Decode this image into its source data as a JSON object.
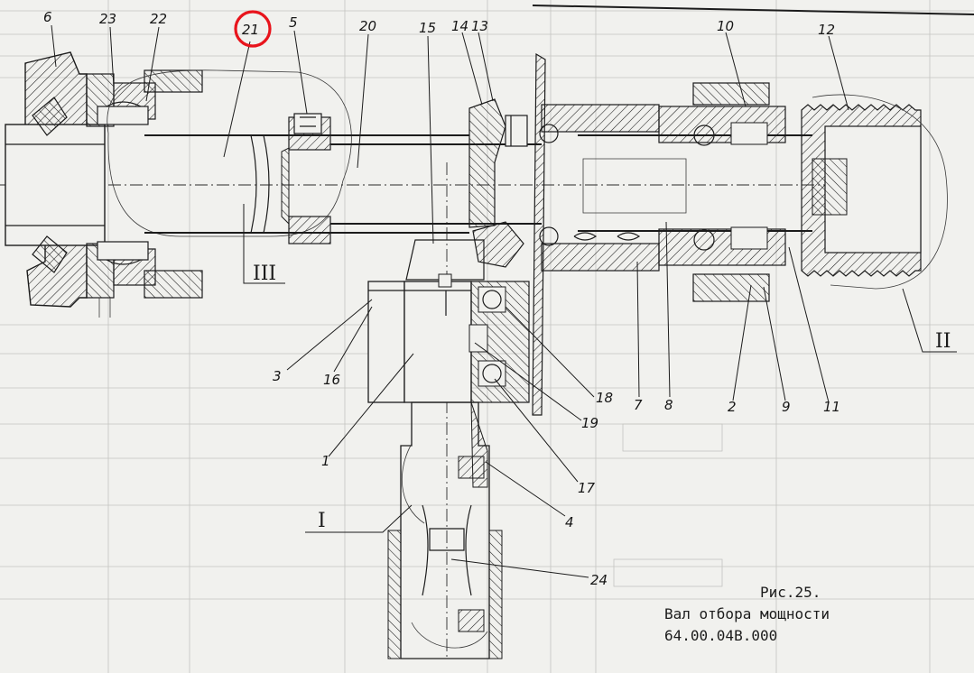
{
  "figure": {
    "caption_fig": "Рис.25.",
    "caption_title": "Вал отбора мощности",
    "caption_code": "64.00.04В.000"
  },
  "callouts": [
    "21",
    "6",
    "23",
    "22",
    "5",
    "20",
    "15",
    "14",
    "13",
    "10",
    "12",
    "3",
    "16",
    "1",
    "18",
    "19",
    "17",
    "4",
    "24",
    "7",
    "8",
    "2",
    "9",
    "11"
  ],
  "highlighted_callout": "21",
  "highlight_color": "#e8141c",
  "detail_views": [
    "I",
    "II",
    "III"
  ]
}
